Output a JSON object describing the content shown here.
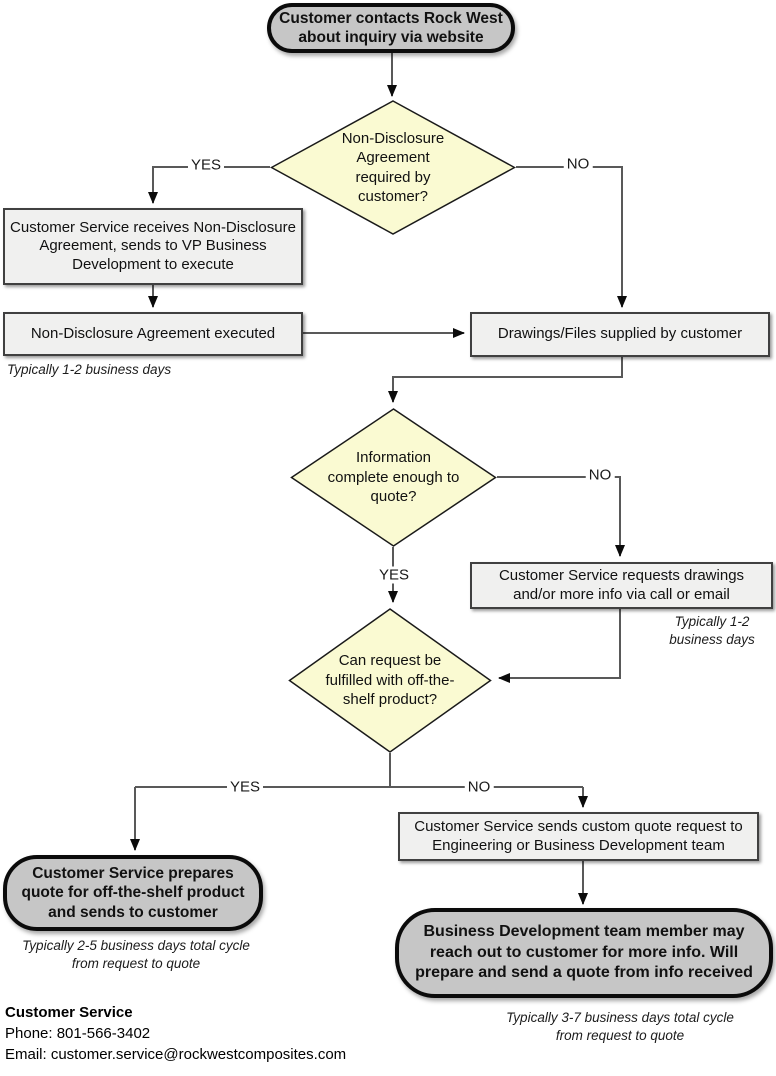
{
  "nodes": {
    "start": "Customer contacts Rock West about inquiry via website",
    "decision_nda": "Non-Disclosure Agreement required by customer?",
    "nda_receive": "Customer Service receives Non-Disclosure Agreement, sends to VP Business Development to execute",
    "nda_executed": "Non-Disclosure Agreement executed",
    "drawings_supplied": "Drawings/Files supplied by customer",
    "decision_info_complete": "Information complete enough to quote?",
    "requests_more_info": "Customer Service requests drawings and/or more info via call or email",
    "decision_off_shelf": "Can request be fulfilled with off-the-shelf product?",
    "off_shelf_quote": "Customer Service prepares quote for off-the-shelf product and sends to customer",
    "custom_quote_request": "Customer Service sends custom quote request to Engineering or Business Development team",
    "bd_follow_up": "Business Development team member may reach out to customer for more info. Will prepare and send a quote from info received"
  },
  "branch_labels": {
    "nda_yes": "YES",
    "nda_no": "NO",
    "info_yes": "YES",
    "info_no": "NO",
    "shelf_yes": "YES",
    "shelf_no": "NO"
  },
  "captions": {
    "nda_days": "Typically 1-2 business days",
    "request_days": "Typically 1-2 business days",
    "off_shelf_days": "Typically 2-5 business days total cycle from request to quote",
    "bd_days": "Typically 3-7 business days total cycle from request to quote"
  },
  "footer": {
    "title": "Customer Service",
    "phone": "Phone: 801-566-3402",
    "email": "Email: customer.service@rockwestcomposites.com"
  },
  "colors": {
    "terminal_fill": "#c6c6c6",
    "process_fill": "#f0f0ef",
    "decision_fill": "#fafad2",
    "connector": "#595959",
    "arrowhead": "#0b0b0b"
  }
}
